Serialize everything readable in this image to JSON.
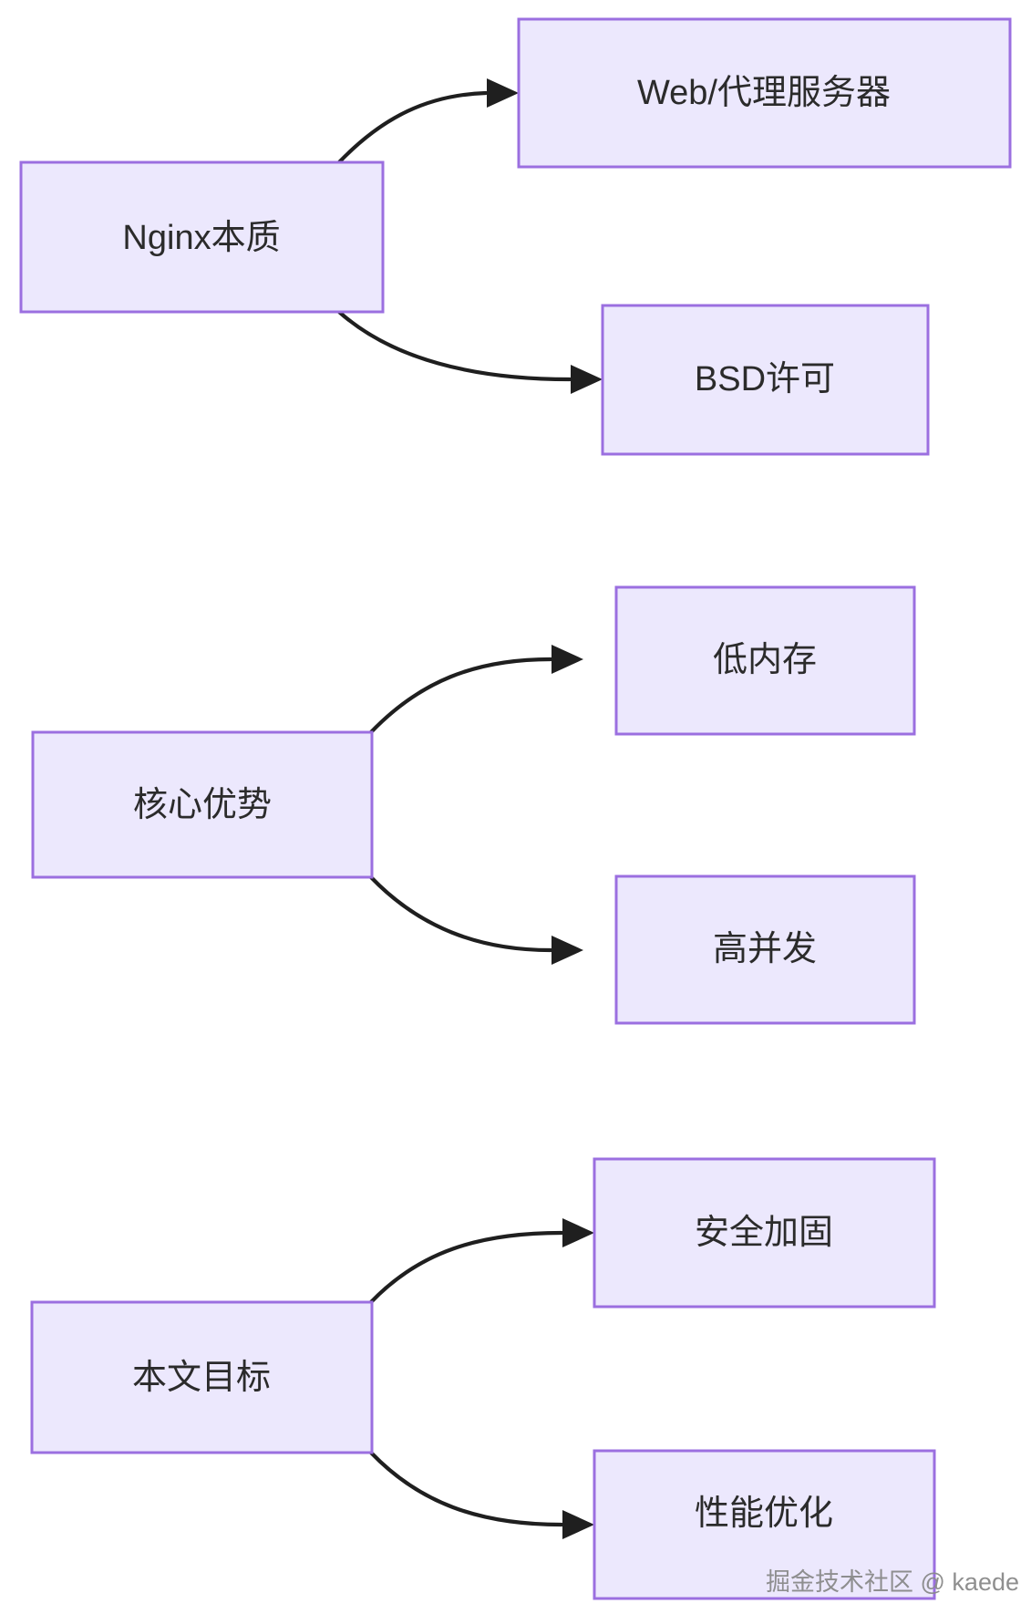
{
  "diagram": {
    "type": "flowchart",
    "direction": "left-to-right",
    "theme": {
      "node_fill": "#ECE8FD",
      "node_border": "#9B6FE0",
      "node_text": "#2b2b2b",
      "edge_color": "#1f1f1f",
      "background": "#ffffff"
    },
    "groups": [
      {
        "id": "group-nginx",
        "source": {
          "id": "node-nginx-essence",
          "label": "Nginx本质"
        },
        "targets": [
          {
            "id": "node-web-proxy-server",
            "label": "Web/代理服务器"
          },
          {
            "id": "node-bsd-license",
            "label": "BSD许可"
          }
        ]
      },
      {
        "id": "group-core-advantage",
        "source": {
          "id": "node-core-advantage",
          "label": "核心优势"
        },
        "targets": [
          {
            "id": "node-low-memory",
            "label": "低内存"
          },
          {
            "id": "node-high-concurrency",
            "label": "高并发"
          }
        ]
      },
      {
        "id": "group-article-goal",
        "source": {
          "id": "node-article-goal",
          "label": "本文目标"
        },
        "targets": [
          {
            "id": "node-security-hardening",
            "label": "安全加固"
          },
          {
            "id": "node-performance-optimization",
            "label": "性能优化"
          }
        ]
      }
    ],
    "edges": [
      {
        "id": "edge-nginx-to-web-proxy",
        "from": "node-nginx-essence",
        "to": "node-web-proxy-server",
        "arrow": "triangle"
      },
      {
        "id": "edge-nginx-to-bsd",
        "from": "node-nginx-essence",
        "to": "node-bsd-license",
        "arrow": "triangle"
      },
      {
        "id": "edge-core-to-low-memory",
        "from": "node-core-advantage",
        "to": "node-low-memory",
        "arrow": "triangle"
      },
      {
        "id": "edge-core-to-high-concurrency",
        "from": "node-core-advantage",
        "to": "node-high-concurrency",
        "arrow": "triangle"
      },
      {
        "id": "edge-goal-to-security",
        "from": "node-article-goal",
        "to": "node-security-hardening",
        "arrow": "triangle"
      },
      {
        "id": "edge-goal-to-performance",
        "from": "node-article-goal",
        "to": "node-performance-optimization",
        "arrow": "triangle"
      }
    ]
  },
  "nodes": {
    "nginx_essence": "Nginx本质",
    "web_proxy_server": "Web/代理服务器",
    "bsd_license": "BSD许可",
    "core_advantage": "核心优势",
    "low_memory": "低内存",
    "high_concurrency": "高并发",
    "article_goal": "本文目标",
    "security_hardening": "安全加固",
    "performance_optimization": "性能优化"
  },
  "watermark": {
    "text": "掘金技术社区 @ kaede"
  }
}
